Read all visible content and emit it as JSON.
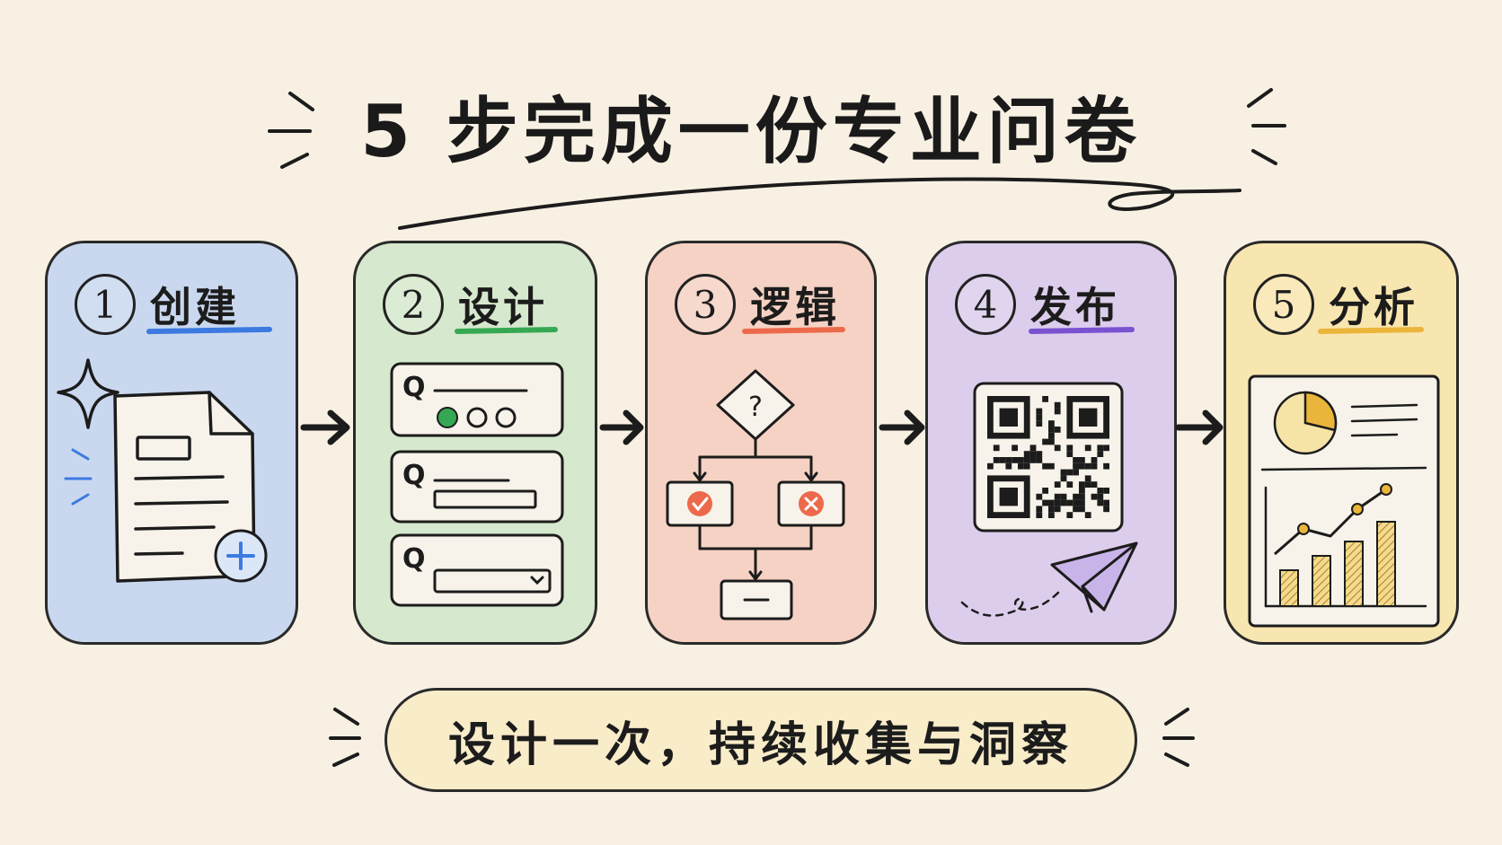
{
  "title": "5 步完成一份专业问卷",
  "tagline": "设计一次，持续收集与洞察",
  "steps": [
    {
      "num": "1",
      "label": "创建",
      "bg": "#c9d8ef",
      "accent": "#3d7ae0",
      "icon": "new-document-icon"
    },
    {
      "num": "2",
      "label": "设计",
      "bg": "#d6e8cd",
      "accent": "#36a853",
      "icon": "question-cards-icon"
    },
    {
      "num": "3",
      "label": "逻辑",
      "bg": "#f6d2c4",
      "accent": "#ec6a4b",
      "icon": "logic-flowchart-icon"
    },
    {
      "num": "4",
      "label": "发布",
      "bg": "#dccdec",
      "accent": "#7a52d0",
      "icon": "qr-code-icon"
    },
    {
      "num": "5",
      "label": "分析",
      "bg": "#f8e6b0",
      "accent": "#eab53b",
      "icon": "analytics-report-icon"
    }
  ],
  "design_card_markers": [
    "Q",
    "Q",
    "Q"
  ],
  "logic_card_marker": "?"
}
